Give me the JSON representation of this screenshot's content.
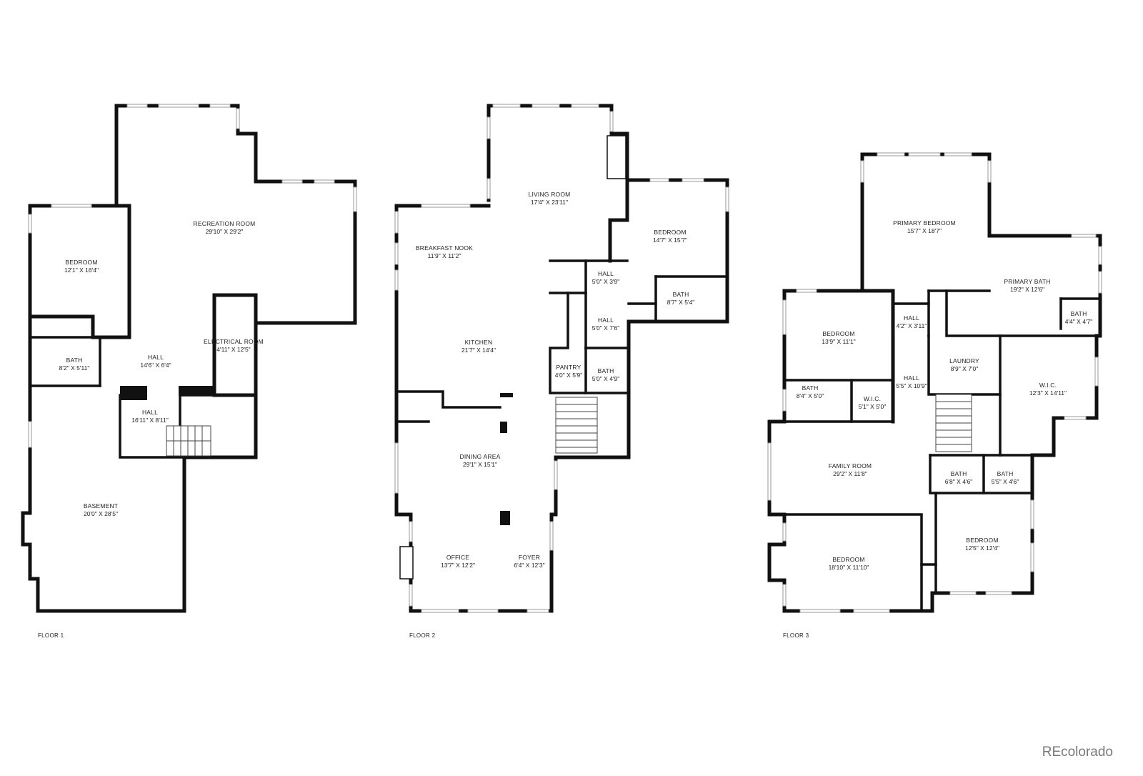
{
  "floors": [
    {
      "label": "FLOOR 1",
      "rooms": [
        {
          "name": "RECREATION ROOM",
          "dim": "29'10\" X 29'2\""
        },
        {
          "name": "BEDROOM",
          "dim": "12'1\" X 16'4\""
        },
        {
          "name": "ELECTRICAL ROOM",
          "dim": "4'11\" X 12'5\""
        },
        {
          "name": "HALL",
          "dim": "14'6\" X 6'4\""
        },
        {
          "name": "BATH",
          "dim": "8'2\" X 5'11\""
        },
        {
          "name": "HALL",
          "dim": "16'11\" X 8'11\""
        },
        {
          "name": "BASEMENT",
          "dim": "20'0\" X 28'5\""
        }
      ]
    },
    {
      "label": "FLOOR 2",
      "rooms": [
        {
          "name": "LIVING ROOM",
          "dim": "17'4\" X 23'11\""
        },
        {
          "name": "BEDROOM",
          "dim": "14'7\" X 15'7\""
        },
        {
          "name": "BREAKFAST NOOK",
          "dim": "11'9\" X 11'2\""
        },
        {
          "name": "HALL",
          "dim": "5'0\" X 3'9\""
        },
        {
          "name": "BATH",
          "dim": "8'7\" X 5'4\""
        },
        {
          "name": "HALL",
          "dim": "5'0\" X 7'6\""
        },
        {
          "name": "KITCHEN",
          "dim": "21'7\" X 14'4\""
        },
        {
          "name": "PANTRY",
          "dim": "4'0\" X 5'9\""
        },
        {
          "name": "BATH",
          "dim": "5'0\" X 4'9\""
        },
        {
          "name": "DINING AREA",
          "dim": "29'1\" X 15'1\""
        },
        {
          "name": "OFFICE",
          "dim": "13'7\" X 12'2\""
        },
        {
          "name": "FOYER",
          "dim": "6'4\" X 12'3\""
        }
      ]
    },
    {
      "label": "FLOOR 3",
      "rooms": [
        {
          "name": "PRIMARY BEDROOM",
          "dim": "15'7\" X 18'7\""
        },
        {
          "name": "PRIMARY BATH",
          "dim": "19'2\" X 12'6\""
        },
        {
          "name": "HALL",
          "dim": "4'2\" X 3'11\""
        },
        {
          "name": "BATH",
          "dim": "4'4\" X 4'7\""
        },
        {
          "name": "BEDROOM",
          "dim": "13'9\" X 11'1\""
        },
        {
          "name": "LAUNDRY",
          "dim": "8'9\" X 7'0\""
        },
        {
          "name": "HALL",
          "dim": "5'5\" X 10'9\""
        },
        {
          "name": "W.I.C.",
          "dim": "12'3\" X 14'11\""
        },
        {
          "name": "BATH",
          "dim": "8'4\" X 5'0\""
        },
        {
          "name": "W.I.C.",
          "dim": "5'1\" X 5'0\""
        },
        {
          "name": "FAMILY ROOM",
          "dim": "29'2\" X 11'8\""
        },
        {
          "name": "BATH",
          "dim": "6'8\" X 4'6\""
        },
        {
          "name": "BATH",
          "dim": "5'5\" X 4'6\""
        },
        {
          "name": "BEDROOM",
          "dim": "12'5\" X 12'4\""
        },
        {
          "name": "BEDROOM",
          "dim": "18'10\" X 11'10\""
        }
      ]
    }
  ],
  "brand": "REcolorado"
}
